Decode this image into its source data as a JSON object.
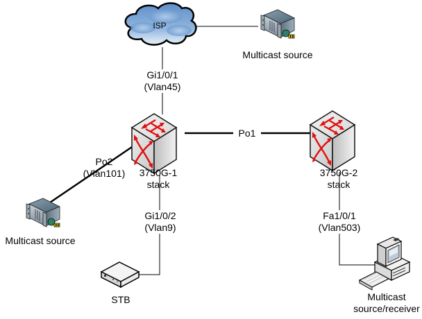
{
  "diagram": {
    "title": "Multicast network topology",
    "nodes": {
      "isp": {
        "label": "ISP",
        "type": "cloud-icon"
      },
      "mcast_top": {
        "label": "Multicast source",
        "type": "server-icon"
      },
      "sw1": {
        "label_line1": "3750G-1",
        "label_line2": "stack",
        "type": "switch-icon"
      },
      "sw2": {
        "label_line1": "3750G-2",
        "label_line2": "stack",
        "type": "switch-icon"
      },
      "mcast_left": {
        "label": "Multicast source",
        "type": "server-icon"
      },
      "stb": {
        "label": "STB",
        "type": "set-top-box-icon"
      },
      "pc": {
        "label_line1": "Multicast",
        "label_line2": "source/receiver",
        "type": "workstation-icon"
      }
    },
    "links": {
      "isp_sw1": {
        "line1": "Gi1/0/1",
        "line2": "(Vlan45)"
      },
      "sw1_sw2": {
        "line1": "Po1"
      },
      "sw1_mcast_left": {
        "line1": "Po2",
        "line2": "(Vlan101)"
      },
      "sw1_stb": {
        "line1": "Gi1/0/2",
        "line2": "(Vlan9)"
      },
      "sw2_pc": {
        "line1": "Fa1/0/1",
        "line2": "(Vlan503)"
      }
    },
    "colors": {
      "switch_arrow": "#e01010",
      "cloud_fill": "#7aa6d6",
      "link": "#000000"
    }
  }
}
